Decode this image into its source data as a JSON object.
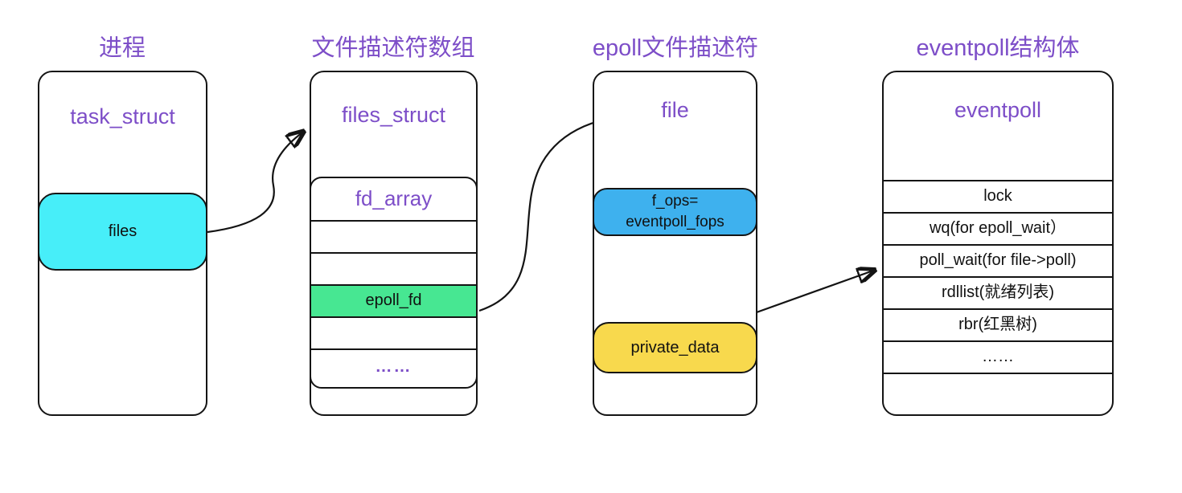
{
  "colors": {
    "purple": "#7d4ec8",
    "cyan": "#47eef9",
    "green": "#47e792",
    "blue": "#3eb1ee",
    "yellow": "#f8d94d",
    "line": "#141414"
  },
  "columns": {
    "process": {
      "header": "进程",
      "title": "task_struct",
      "field": "files"
    },
    "fd_array": {
      "header": "文件描述符数组",
      "title": "files_struct",
      "inner_title": "fd_array",
      "slots": [
        "",
        "",
        "epoll_fd",
        "",
        "……"
      ]
    },
    "epoll_file": {
      "header": "epoll文件描述符",
      "title": "file",
      "f_ops_line1": "f_ops=",
      "f_ops_line2": "eventpoll_fops",
      "private_data": "private_data"
    },
    "eventpoll": {
      "header": "eventpoll结构体",
      "title": "eventpoll",
      "rows": [
        "lock",
        "wq(for epoll_wait）",
        "poll_wait(for file->poll)",
        "rdllist(就绪列表)",
        "rbr(红黑树)",
        "……"
      ]
    }
  }
}
